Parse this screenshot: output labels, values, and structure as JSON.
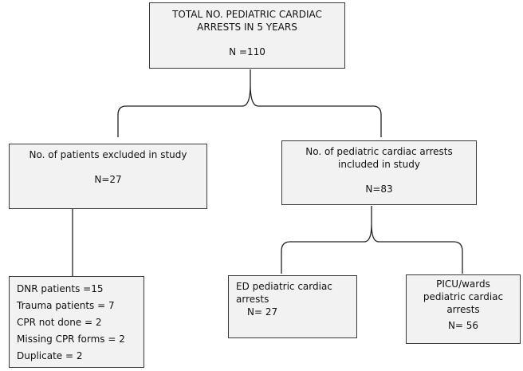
{
  "total": {
    "lines": [
      "TOTAL NO. PEDIATRIC CARDIAC",
      "ARRESTS IN 5 YEARS"
    ],
    "count": "N =110"
  },
  "excluded": {
    "lines": [
      "No. of patients excluded in study"
    ],
    "count": "N=27"
  },
  "included": {
    "lines": [
      "No. of pediatric cardiac arrests",
      "included in study"
    ],
    "count": "N=83"
  },
  "exclusion_reasons": [
    "DNR patients =15",
    "Trauma patients = 7",
    "CPR not done = 2",
    "Missing CPR forms = 2",
    "Duplicate = 2"
  ],
  "ed": {
    "lines": [
      "ED pediatric cardiac",
      "arrests"
    ],
    "count": "N= 27"
  },
  "picu": {
    "lines": [
      "PICU/wards",
      "pediatric cardiac",
      "arrests"
    ],
    "count": "N= 56"
  },
  "colors": {
    "box_fill": "#f2f2f2",
    "box_border": "#3a3a3a",
    "connector": "#222222"
  }
}
